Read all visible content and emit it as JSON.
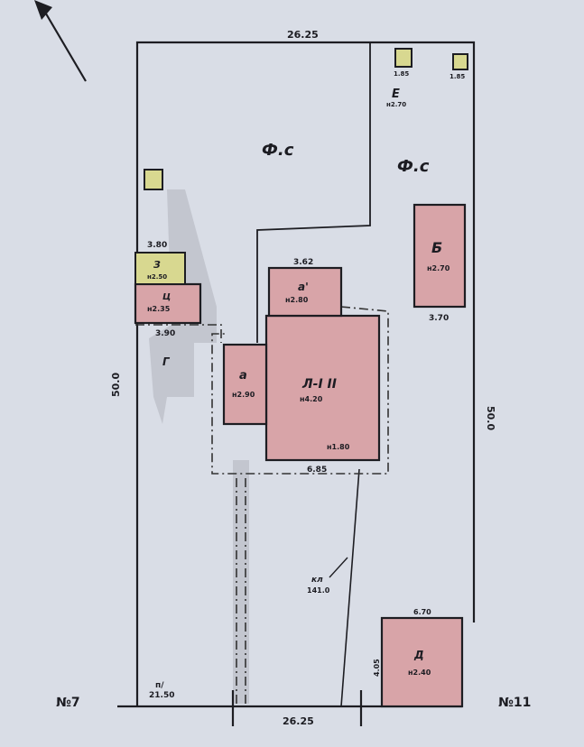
{
  "plan": {
    "dimensions": {
      "top": "26.25",
      "bottom": "26.25",
      "left": "50.0",
      "right": "50.0",
      "bottom_segment": "21.50"
    },
    "neighbors": {
      "left": "№7",
      "right": "№11"
    },
    "yard_labels": [
      "Ф.с",
      "Ф.с"
    ],
    "buildings": {
      "main": {
        "letter": "Л-I II",
        "height": "н4.20",
        "inner": "н1.80",
        "width": "6.85"
      },
      "a": {
        "letter": "а",
        "height": "н2.90"
      },
      "a1": {
        "letter": "а'",
        "height": "н2.80",
        "width": "3.62"
      },
      "b": {
        "letter": "Б",
        "height": "н2.70",
        "width": "3.70"
      },
      "d": {
        "letter": "Д",
        "height": "н2.40",
        "width": "6.70",
        "side": "4.05"
      },
      "e": {
        "letter": "Е",
        "height": "н2.70",
        "size1": "1.85",
        "size2": "1.85"
      },
      "z": {
        "letter": "З",
        "height": "н2.50",
        "width": "3.80"
      },
      "ts": {
        "letter": "Ц",
        "height": "н2.35",
        "width": "3.90"
      },
      "g": {
        "letter": "Г"
      }
    },
    "misc": {
      "gate": "п/",
      "well_label": "кл",
      "well_value": "141.0"
    },
    "colors": {
      "building": "#d8a4a8",
      "shed": "#d8d890",
      "paper": "#d9dde6"
    }
  }
}
